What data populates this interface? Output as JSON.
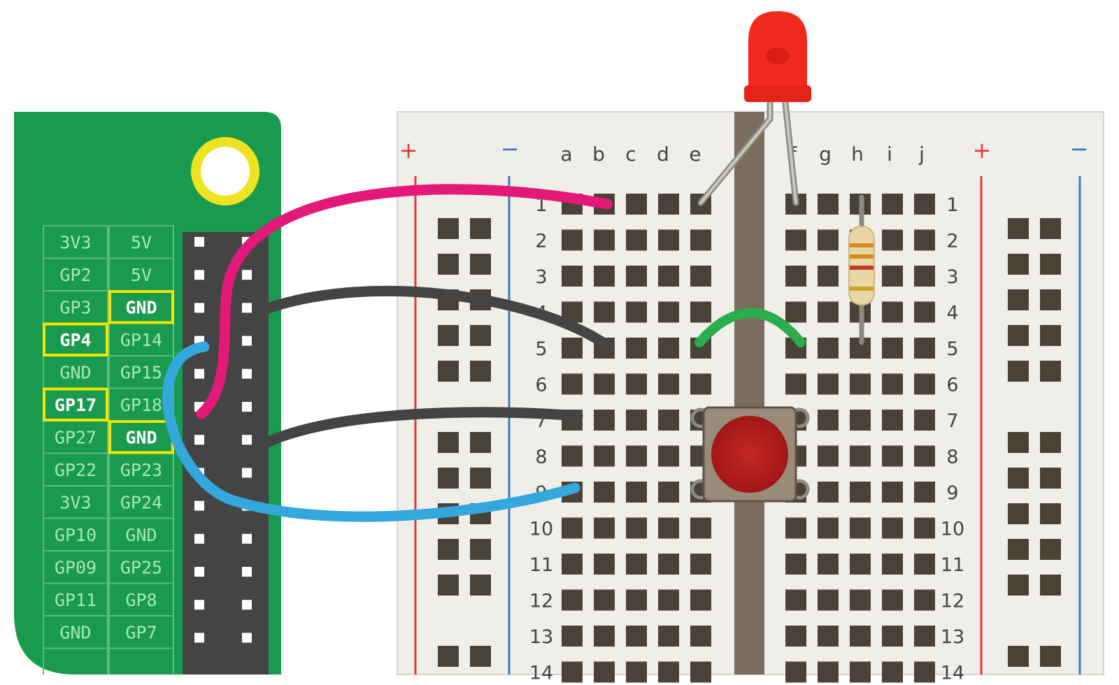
{
  "diagram": {
    "pin_table": [
      [
        "3V3",
        "5V"
      ],
      [
        "GP2",
        "5V"
      ],
      [
        "GP3",
        "GND"
      ],
      [
        "GP4",
        "GP14"
      ],
      [
        "GND",
        "GP15"
      ],
      [
        "GP17",
        "GP18"
      ],
      [
        "GP27",
        "GND"
      ],
      [
        "GP22",
        "GP23"
      ],
      [
        "3V3",
        "GP24"
      ],
      [
        "GP10",
        "GND"
      ],
      [
        "GP09",
        "GP25"
      ],
      [
        "GP11",
        "GP8"
      ],
      [
        "GND",
        "GP7"
      ]
    ],
    "highlighted_pins": [
      "GND",
      "GP4",
      "GP17",
      "GND"
    ],
    "breadboard": {
      "columns_left": [
        "a",
        "b",
        "c",
        "d",
        "e"
      ],
      "columns_right": [
        "f",
        "g",
        "h",
        "i",
        "j"
      ],
      "rows": [
        "1",
        "2",
        "3",
        "4",
        "5",
        "6",
        "7",
        "8",
        "9",
        "10",
        "11",
        "12",
        "13",
        "14"
      ],
      "rail_plus": "+",
      "rail_minus": "−"
    },
    "colors": {
      "pcb": "#1a9a4e",
      "pin_cell_border": "#5dbb7d",
      "highlight": "#f2e500",
      "header": "#444444",
      "breadboard": "#efeee9",
      "hole": "#4a4237",
      "rail_red": "#e03a3a",
      "rail_blue": "#3a78c8",
      "wire_pink": "#e3197a",
      "wire_black": "#444444",
      "wire_blue": "#34a8dc",
      "wire_green": "#2aad4a",
      "led": "#f22a1e",
      "button": "#b21c1c"
    },
    "wires": [
      {
        "color": "pink",
        "from": "GP17",
        "to": "row 1"
      },
      {
        "color": "black",
        "from": "GND",
        "to": "row 5"
      },
      {
        "color": "black",
        "from": "GND",
        "to": "row 7"
      },
      {
        "color": "blue",
        "from": "GP4",
        "to": "row 9"
      }
    ],
    "components": [
      "red-led",
      "resistor",
      "push-button",
      "jumper"
    ]
  }
}
